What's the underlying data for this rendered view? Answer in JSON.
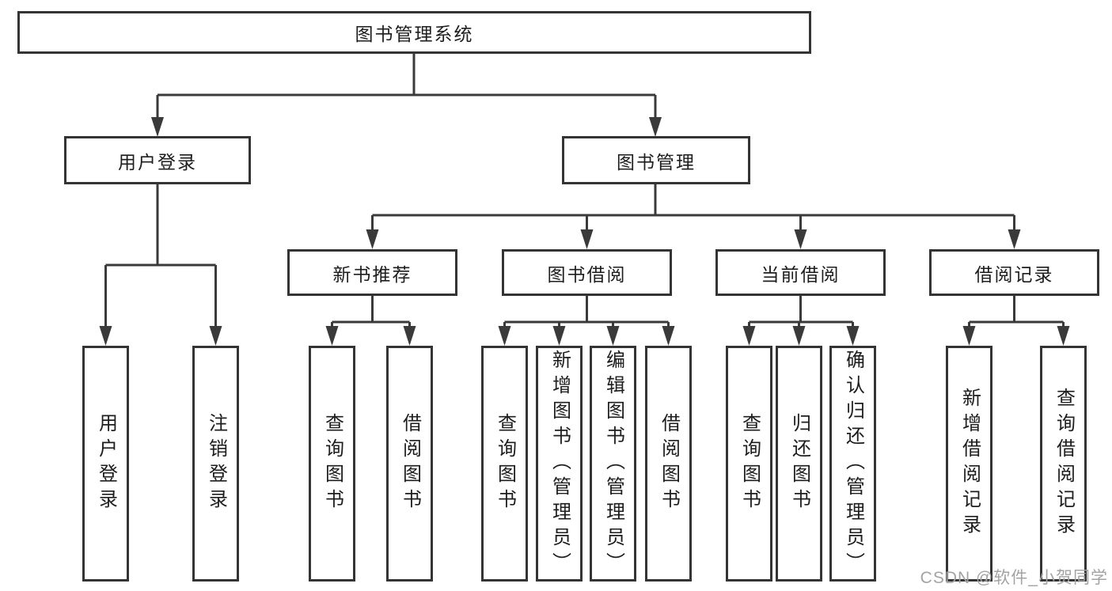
{
  "tree": {
    "root": {
      "label": "图书管理系统",
      "children": [
        {
          "label": "用户登录",
          "children": [
            {
              "label": "用户登录"
            },
            {
              "label": "注销登录"
            }
          ]
        },
        {
          "label": "图书管理",
          "children": [
            {
              "label": "新书推荐",
              "children": [
                {
                  "label": "查询图书"
                },
                {
                  "label": "借阅图书"
                }
              ]
            },
            {
              "label": "图书借阅",
              "children": [
                {
                  "label": "查询图书"
                },
                {
                  "label": "新增图书（管理员）"
                },
                {
                  "label": "编辑图书（管理员）"
                },
                {
                  "label": "借阅图书"
                }
              ]
            },
            {
              "label": "当前借阅",
              "children": [
                {
                  "label": "查询图书"
                },
                {
                  "label": "归还图书"
                },
                {
                  "label": "确认归还（管理员）"
                }
              ]
            },
            {
              "label": "借阅记录",
              "children": [
                {
                  "label": "新增借阅记录"
                },
                {
                  "label": "查询借阅记录"
                }
              ]
            }
          ]
        }
      ]
    }
  },
  "watermark": {
    "text": "CSDN @软件_小贺同学"
  },
  "colors": {
    "line": "#3a3a3a",
    "box_border": "#343434",
    "text": "#1d1d1d",
    "watermark": "#a3a3a3"
  }
}
